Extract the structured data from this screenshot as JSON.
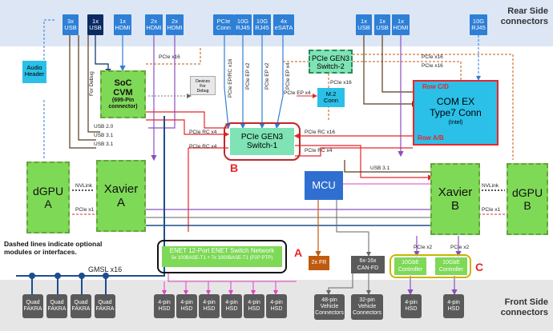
{
  "rear": {
    "title_line1": "Rear Side",
    "title_line2": "connectors",
    "ports_left": [
      {
        "l1": "3x",
        "l2": "USB"
      },
      {
        "l1": "1x",
        "l2": "USB"
      },
      {
        "l1": "1x",
        "l2": "HDMI"
      },
      {
        "l1": "2x",
        "l2": "HDMI"
      },
      {
        "l1": "2x",
        "l2": "HDMI"
      }
    ],
    "ports_mid": [
      {
        "l1": "PCIe",
        "l2": "Conn"
      },
      {
        "l1": "10G",
        "l2": "RJ45"
      },
      {
        "l1": "10G",
        "l2": "RJ45"
      },
      {
        "l1": "4x",
        "l2": "eSATA"
      }
    ],
    "ports_right": [
      {
        "l1": "1x",
        "l2": "USB"
      },
      {
        "l1": "1x",
        "l2": "USB"
      },
      {
        "l1": "1x",
        "l2": "HDMI"
      }
    ],
    "port_far_right": {
      "l1": "10G",
      "l2": "RJ45"
    }
  },
  "front": {
    "title_line1": "Front Side",
    "title_line2": "connectors",
    "fakra": [
      {
        "l1": "Quad",
        "l2": "FAKRA"
      },
      {
        "l1": "Quad",
        "l2": "FAKRA"
      },
      {
        "l1": "Quad",
        "l2": "FAKRA"
      },
      {
        "l1": "Quad",
        "l2": "FAKRA"
      }
    ],
    "hsd_group": [
      {
        "l1": "4-pin",
        "l2": "HSD"
      },
      {
        "l1": "4-pin",
        "l2": "HSD"
      },
      {
        "l1": "4-pin",
        "l2": "HSD"
      },
      {
        "l1": "4-pin",
        "l2": "HSD"
      },
      {
        "l1": "4-pin",
        "l2": "HSD"
      },
      {
        "l1": "4-pin",
        "l2": "HSD"
      }
    ],
    "vehicle_48": {
      "l1": "48-pin",
      "l2": "Vehicle",
      "l3": "Connectors"
    },
    "vehicle_32": {
      "l1": "32-pin",
      "l2": "Vehicle",
      "l3": "Connectors"
    },
    "hsd_right1": {
      "l1": "4-pin",
      "l2": "HSD"
    },
    "hsd_right2": {
      "l1": "4-pin",
      "l2": "HSD"
    }
  },
  "blocks": {
    "audio": {
      "l1": "Audio",
      "l2": "Header"
    },
    "soc": {
      "l1": "SoC",
      "l2": "CVM",
      "l3": "(699-Pin",
      "l4": "connector)"
    },
    "debug_devices": {
      "l1": "Devices",
      "l2": "For",
      "l3": "Debug"
    },
    "pcie_sw1": {
      "l1": "PCIe GEN3",
      "l2": "Switch-1"
    },
    "pcie_sw2": {
      "l1": "PCIe GEN3",
      "l2": "Switch-2"
    },
    "m2": {
      "l1": "M.2",
      "l2": "Conn"
    },
    "comex": {
      "l1": "COM EX",
      "l2": "Type7 Conn",
      "l3": "(Intel)",
      "row_cd": "Row C/D",
      "row_ab": "Row A/B"
    },
    "mcu": "MCU",
    "xavier_a": {
      "l1": "Xavier",
      "l2": "A"
    },
    "xavier_b": {
      "l1": "Xavier",
      "l2": "B"
    },
    "dgpu_a": {
      "l1": "dGPU",
      "l2": "A"
    },
    "dgpu_b": {
      "l1": "dGPU",
      "l2": "B"
    },
    "enet": {
      "l1": "ENET 12-Port ENET Switch Network",
      "l2": "5x 100BASE-T1 + 7x 1000BASE-T1 (P2P PTP)"
    },
    "fr": "2x FR",
    "canfd": {
      "l1": "6x-16x",
      "l2": "CAN-FD"
    },
    "ctrl1": {
      "l1": "10GbE",
      "l2": "Controller"
    },
    "ctrl2": {
      "l1": "10GbE",
      "l2": "Controller"
    }
  },
  "letters": {
    "a": "A",
    "b": "B",
    "c": "C"
  },
  "note": {
    "l1": "Dashed lines indicate optional",
    "l2": "modules or interfaces."
  },
  "labels": {
    "pcie_x16_soc": "PCIe x16",
    "for_debug": "For Debug",
    "pcie_ep_rc_x16": "PCIe EP/RC x16",
    "pcie_ep_x2a": "PCIe EP x2",
    "pcie_ep_x2b": "PCIe EP x2",
    "pcie_ep_x4": "PCIe EP x4",
    "pcie_ep_x4_m2": "PCIe EP x4",
    "pcie_x16_sw2": "PCIe x16",
    "pcie_x16_right": "PCIe x16",
    "pcie_x16_comex": "PCIe x16",
    "usb20": "USB 2.0",
    "usb31a": "USB 3.1",
    "usb31b": "USB 3.1",
    "pcie_rc_x4_a": "PCIe RC x4",
    "pcie_rc_x4_b": "PCIe RC x4",
    "pcie_rc_x16": "PCIe RC x16",
    "pcie_rc_x4_c": "PCIe RC x4",
    "usb31_right": "USB 3.1",
    "nvlink_a": "NVLink",
    "nvlink_b": "NVLink",
    "pcie_x1_a": "PCIe x1",
    "pcie_x1_b": "PCIe x1",
    "pcie_x2_a": "PCIe x2",
    "pcie_x2_b": "PCIe x2",
    "gmsl": "GMSL x16"
  },
  "colors": {
    "rear_strip": "#dde6f5",
    "front_strip": "#e6e6e6",
    "port_blue": "#2e7fd6",
    "port_dark": "#0b2a63",
    "green": "#7ed957",
    "cyan": "#2ac0e8",
    "mcu_blue": "#2f6fd0",
    "switch_teal": "#7fe3b5",
    "red": "#e8262a",
    "orange": "#c05a10",
    "gray_box": "#5a5a5a"
  }
}
